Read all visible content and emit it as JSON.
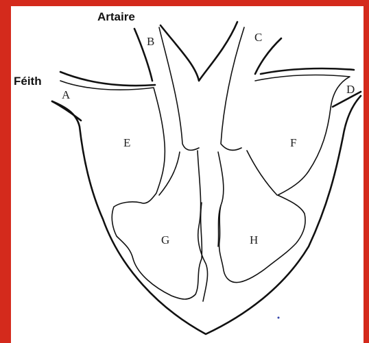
{
  "diagram": {
    "labels": {
      "arteries": "Artaire",
      "veins": "Féith",
      "A": "A",
      "B": "B",
      "C": "C",
      "D": "D",
      "E": "E",
      "F": "F",
      "G": "G",
      "H": "H"
    },
    "colors": {
      "frame": "#d42a1c",
      "background": "#ffffff",
      "line": "#111111"
    }
  }
}
